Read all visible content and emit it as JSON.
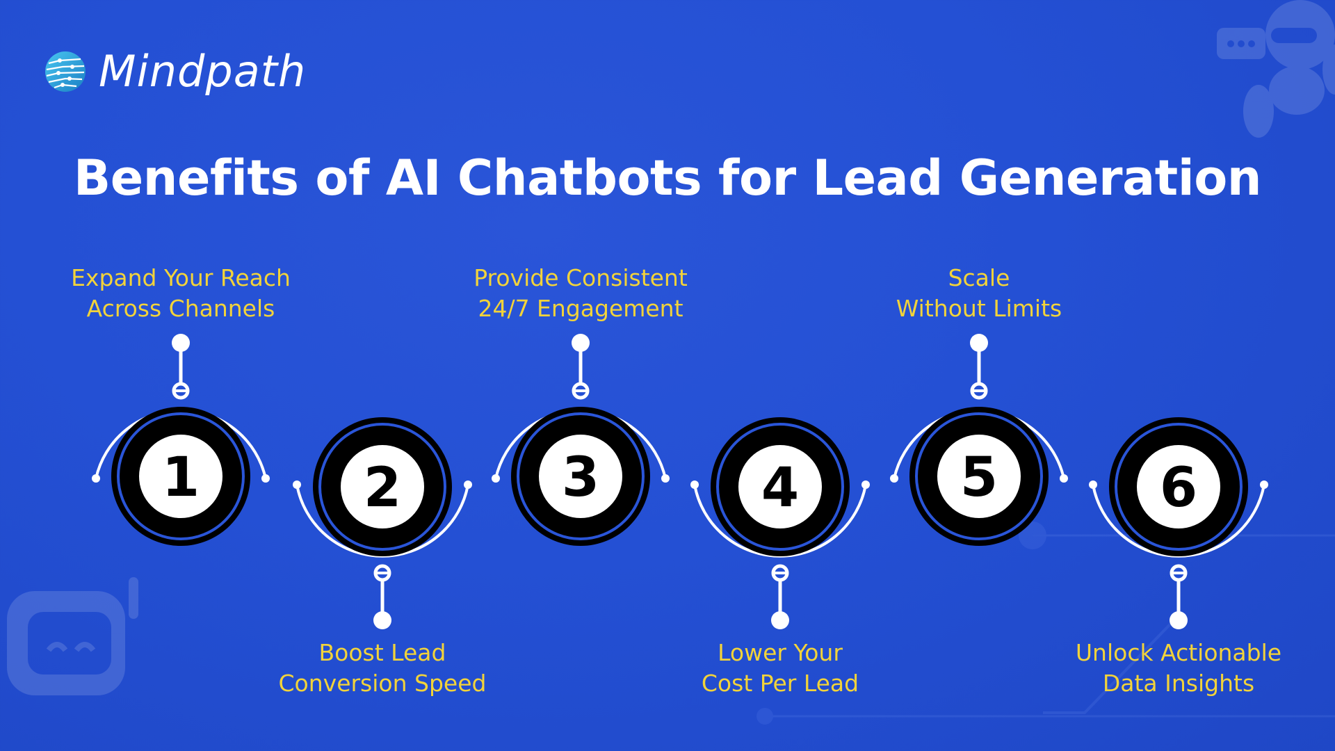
{
  "brand": {
    "name": "Mindpath",
    "icon": "globe-circuit-icon"
  },
  "title": "Benefits of AI Chatbots for Lead Generation",
  "colors": {
    "background": "#2450d4",
    "title": "#ffffff",
    "label": "#f2d33a",
    "circle_outer": "#000000",
    "circle_ring": "#2a55d8",
    "circle_inner": "#ffffff",
    "connector": "#ffffff"
  },
  "steps": [
    {
      "number": "1",
      "position": "top",
      "line1": "Expand Your Reach",
      "line2": "Across Channels"
    },
    {
      "number": "2",
      "position": "bottom",
      "line1": "Boost Lead",
      "line2": "Conversion Speed"
    },
    {
      "number": "3",
      "position": "top",
      "line1": "Provide Consistent",
      "line2": "24/7 Engagement"
    },
    {
      "number": "4",
      "position": "bottom",
      "line1": "Lower Your",
      "line2": "Cost Per Lead"
    },
    {
      "number": "5",
      "position": "top",
      "line1": "Scale",
      "line2": "Without Limits"
    },
    {
      "number": "6",
      "position": "bottom",
      "line1": "Unlock Actionable",
      "line2": "Data Insights"
    }
  ],
  "decorations": [
    "robot-chat-icon",
    "robot-face-icon"
  ]
}
